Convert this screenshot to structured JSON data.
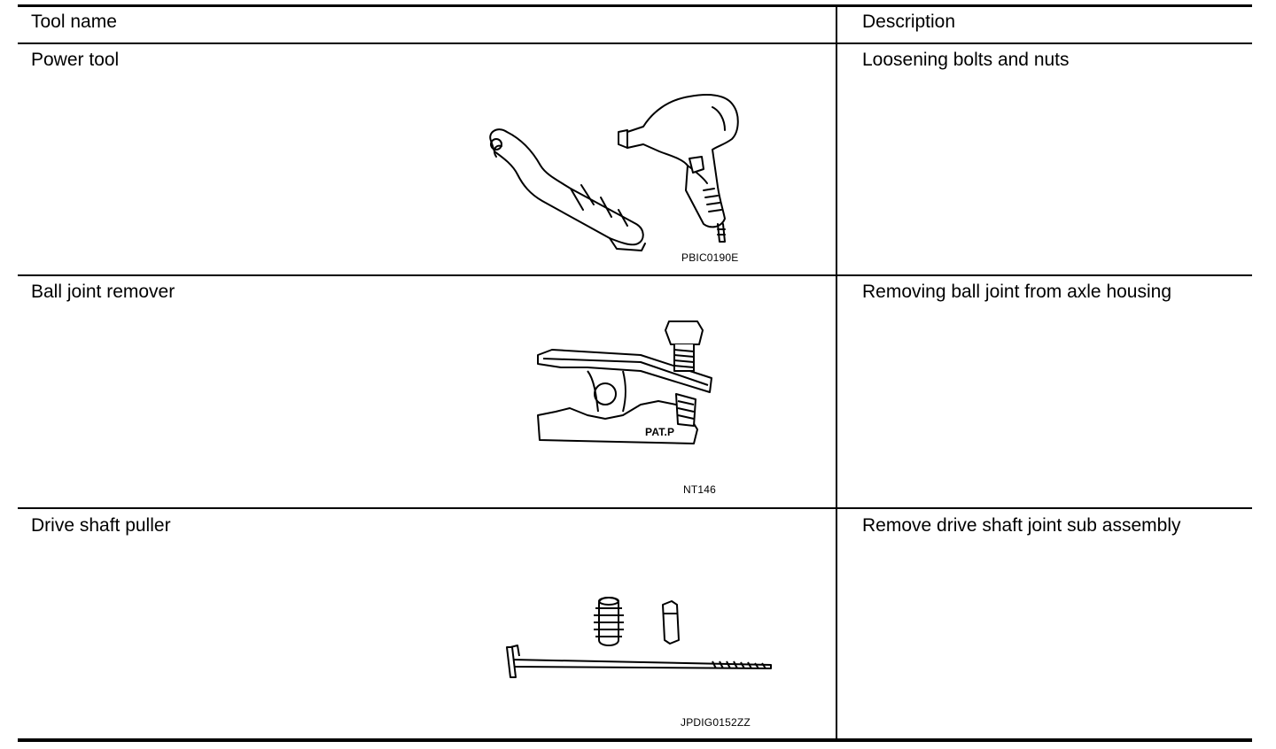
{
  "table": {
    "headers": {
      "tool_name": "Tool name",
      "description": "Description"
    },
    "rows": [
      {
        "tool_name": "Power tool",
        "description": "Loosening bolts and nuts",
        "figure_code": "PBIC0190E",
        "figure_icon": "power-tool-illustration"
      },
      {
        "tool_name": "Ball joint remover",
        "description": "Removing ball joint from axle housing",
        "figure_code": "NT146",
        "figure_label": "PAT.P",
        "figure_icon": "ball-joint-remover-illustration"
      },
      {
        "tool_name": "Drive shaft puller",
        "description": "Remove drive shaft joint sub assembly",
        "figure_code": "JPDIG0152ZZ",
        "figure_icon": "drive-shaft-puller-illustration"
      }
    ]
  }
}
